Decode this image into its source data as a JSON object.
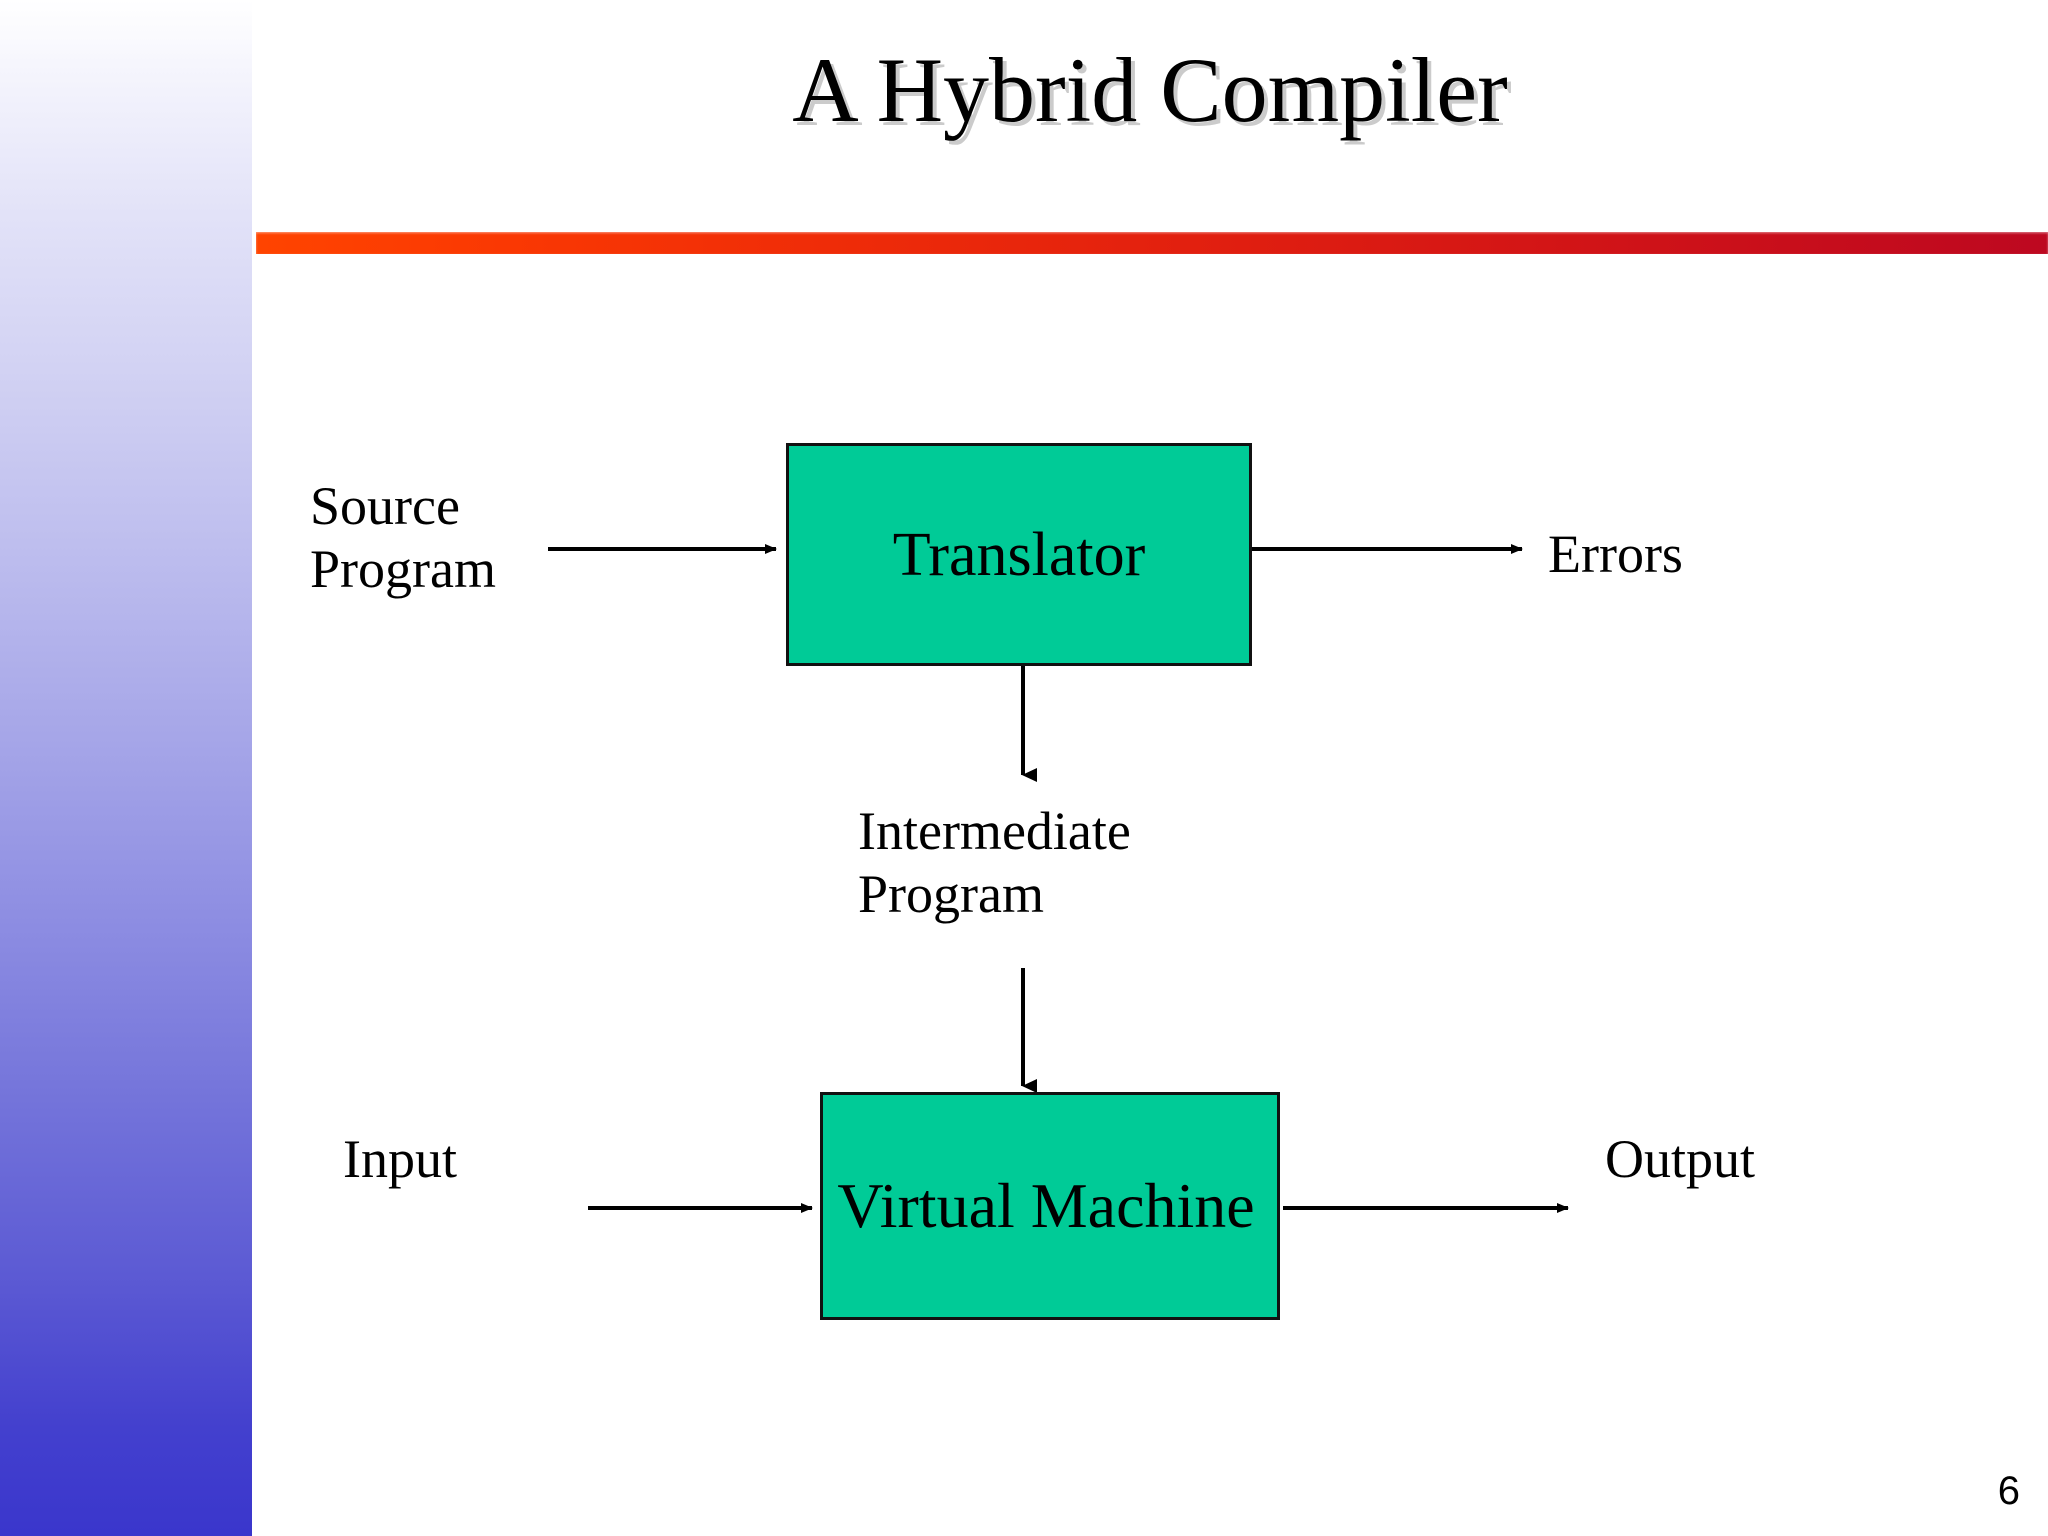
{
  "slide": {
    "title": "A Hybrid Compiler",
    "page_number": "6",
    "accent_rule_color_left": "#ff4400",
    "accent_rule_color_right": "#bd0820",
    "sidebar_color_top": "#ffffff",
    "sidebar_color_bottom": "#3a36cc",
    "box_fill_color": "#00cb97",
    "box_border_color": "#111111",
    "text_color": "#000000",
    "background_color": "#ffffff"
  },
  "diagram": {
    "type": "flowchart",
    "boxes": [
      {
        "id": "translator",
        "label": "Translator"
      },
      {
        "id": "virtual-machine",
        "label": "Virtual Machine"
      }
    ],
    "labels": [
      {
        "id": "source-program",
        "text": "Source\nProgram"
      },
      {
        "id": "errors",
        "text": "Errors"
      },
      {
        "id": "intermediate-program",
        "text": "Intermediate\nProgram"
      },
      {
        "id": "input",
        "text": "Input"
      },
      {
        "id": "output",
        "text": "Output"
      }
    ],
    "arrows": [
      {
        "id": "source-to-translator",
        "from": "Source Program",
        "to": "Translator",
        "direction": "right"
      },
      {
        "id": "translator-to-errors",
        "from": "Translator",
        "to": "Errors",
        "direction": "right"
      },
      {
        "id": "translator-to-intermediate",
        "from": "Translator",
        "to": "Intermediate Program",
        "direction": "down"
      },
      {
        "id": "intermediate-to-vm",
        "from": "Intermediate Program",
        "to": "Virtual Machine",
        "direction": "down"
      },
      {
        "id": "input-to-vm",
        "from": "Input",
        "to": "Virtual Machine",
        "direction": "right"
      },
      {
        "id": "vm-to-output",
        "from": "Virtual Machine",
        "to": "Output",
        "direction": "right"
      }
    ]
  }
}
